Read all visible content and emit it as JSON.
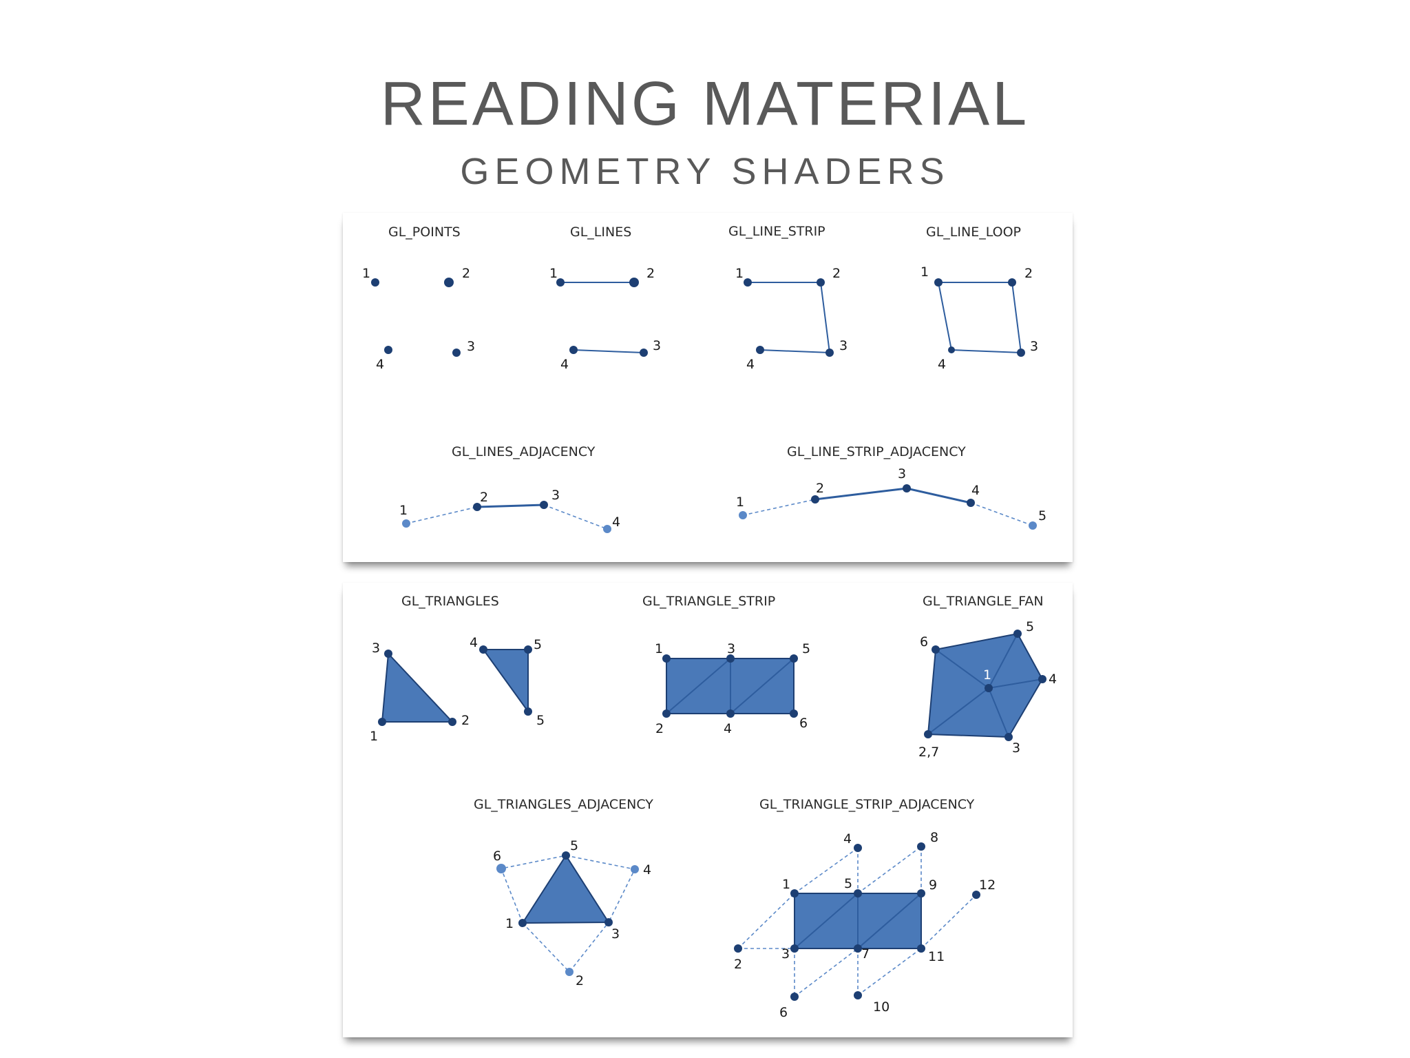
{
  "title": "READING MATERIAL",
  "subtitle": "GEOMETRY SHADERS",
  "colors": {
    "fill": "#4a79b8",
    "line": "#2e5d9e",
    "vertex": "#1d3f73",
    "adjacent": "#5b89c8"
  },
  "top_panel": {
    "gl_points": {
      "label": "GL_POINTS",
      "v": [
        "1",
        "2",
        "3",
        "4"
      ]
    },
    "gl_lines": {
      "label": "GL_LINES",
      "v": [
        "1",
        "2",
        "3",
        "4"
      ]
    },
    "gl_line_strip": {
      "label": "GL_LINE_STRIP",
      "v": [
        "1",
        "2",
        "3",
        "4"
      ]
    },
    "gl_line_loop": {
      "label": "GL_LINE_LOOP",
      "v": [
        "1",
        "2",
        "3",
        "4"
      ]
    },
    "gl_lines_adjacency": {
      "label": "GL_LINES_ADJACENCY",
      "v": [
        "1",
        "2",
        "3",
        "4"
      ]
    },
    "gl_line_strip_adjacency": {
      "label": "GL_LINE_STRIP_ADJACENCY",
      "v": [
        "1",
        "2",
        "3",
        "4",
        "5"
      ]
    }
  },
  "bottom_panel": {
    "gl_triangles": {
      "label": "GL_TRIANGLES",
      "v": [
        "1",
        "2",
        "3",
        "4",
        "5",
        "5"
      ]
    },
    "gl_triangle_strip": {
      "label": "GL_TRIANGLE_STRIP",
      "v": [
        "1",
        "2",
        "3",
        "4",
        "5",
        "6"
      ]
    },
    "gl_triangle_fan": {
      "label": "GL_TRIANGLE_FAN",
      "v": [
        "1",
        "2,7",
        "3",
        "4",
        "5",
        "6"
      ]
    },
    "gl_triangles_adjacency": {
      "label": "GL_TRIANGLES_ADJACENCY",
      "v": [
        "1",
        "2",
        "3",
        "4",
        "5",
        "6"
      ]
    },
    "gl_triangle_strip_adjacency": {
      "label": "GL_TRIANGLE_STRIP_ADJACENCY",
      "v": [
        "1",
        "2",
        "3",
        "4",
        "5",
        "6",
        "7",
        "8",
        "9",
        "10",
        "11",
        "12"
      ]
    }
  }
}
